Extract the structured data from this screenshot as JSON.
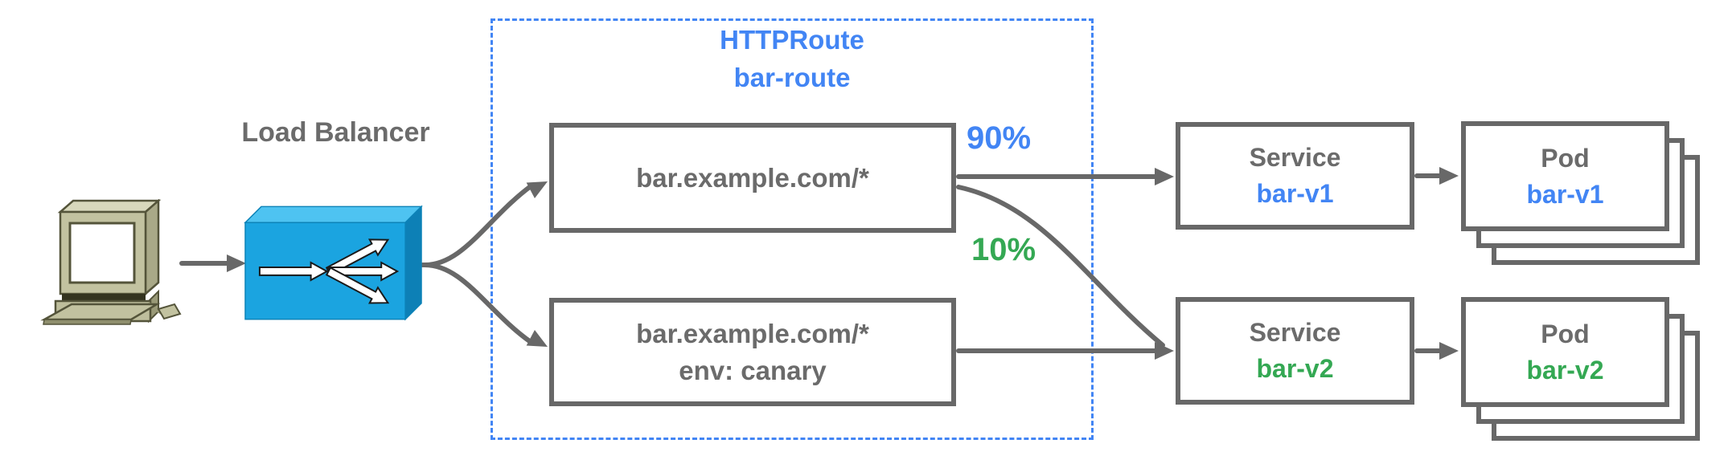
{
  "client": {
    "icon": "desktop-computer-icon"
  },
  "load_balancer": {
    "label": "Load Balancer",
    "icon": "load-balancer-icon"
  },
  "httproute": {
    "kind": "HTTPRoute",
    "name": "bar-route"
  },
  "rules": [
    {
      "match": "bar.example.com/*",
      "header": ""
    },
    {
      "match": "bar.example.com/*",
      "header": "env: canary"
    }
  ],
  "weights": [
    {
      "value": "90%",
      "color": "#4285F4"
    },
    {
      "value": "10%",
      "color": "#34A853"
    }
  ],
  "services": [
    {
      "kind": "Service",
      "name": "bar-v1",
      "name_color": "#4285F4"
    },
    {
      "kind": "Service",
      "name": "bar-v2",
      "name_color": "#34A853"
    }
  ],
  "pods": [
    {
      "kind": "Pod",
      "name": "bar-v1",
      "name_color": "#4285F4"
    },
    {
      "kind": "Pod",
      "name": "bar-v2",
      "name_color": "#34A853"
    }
  ],
  "colors": {
    "accent_blue": "#4285F4",
    "accent_green": "#34A853",
    "text_gray": "#6b6b6b",
    "line_gray": "#686868",
    "lb_front": "#1BA4E0",
    "lb_top": "#4EC3F1",
    "lb_side": "#0D80B6"
  }
}
